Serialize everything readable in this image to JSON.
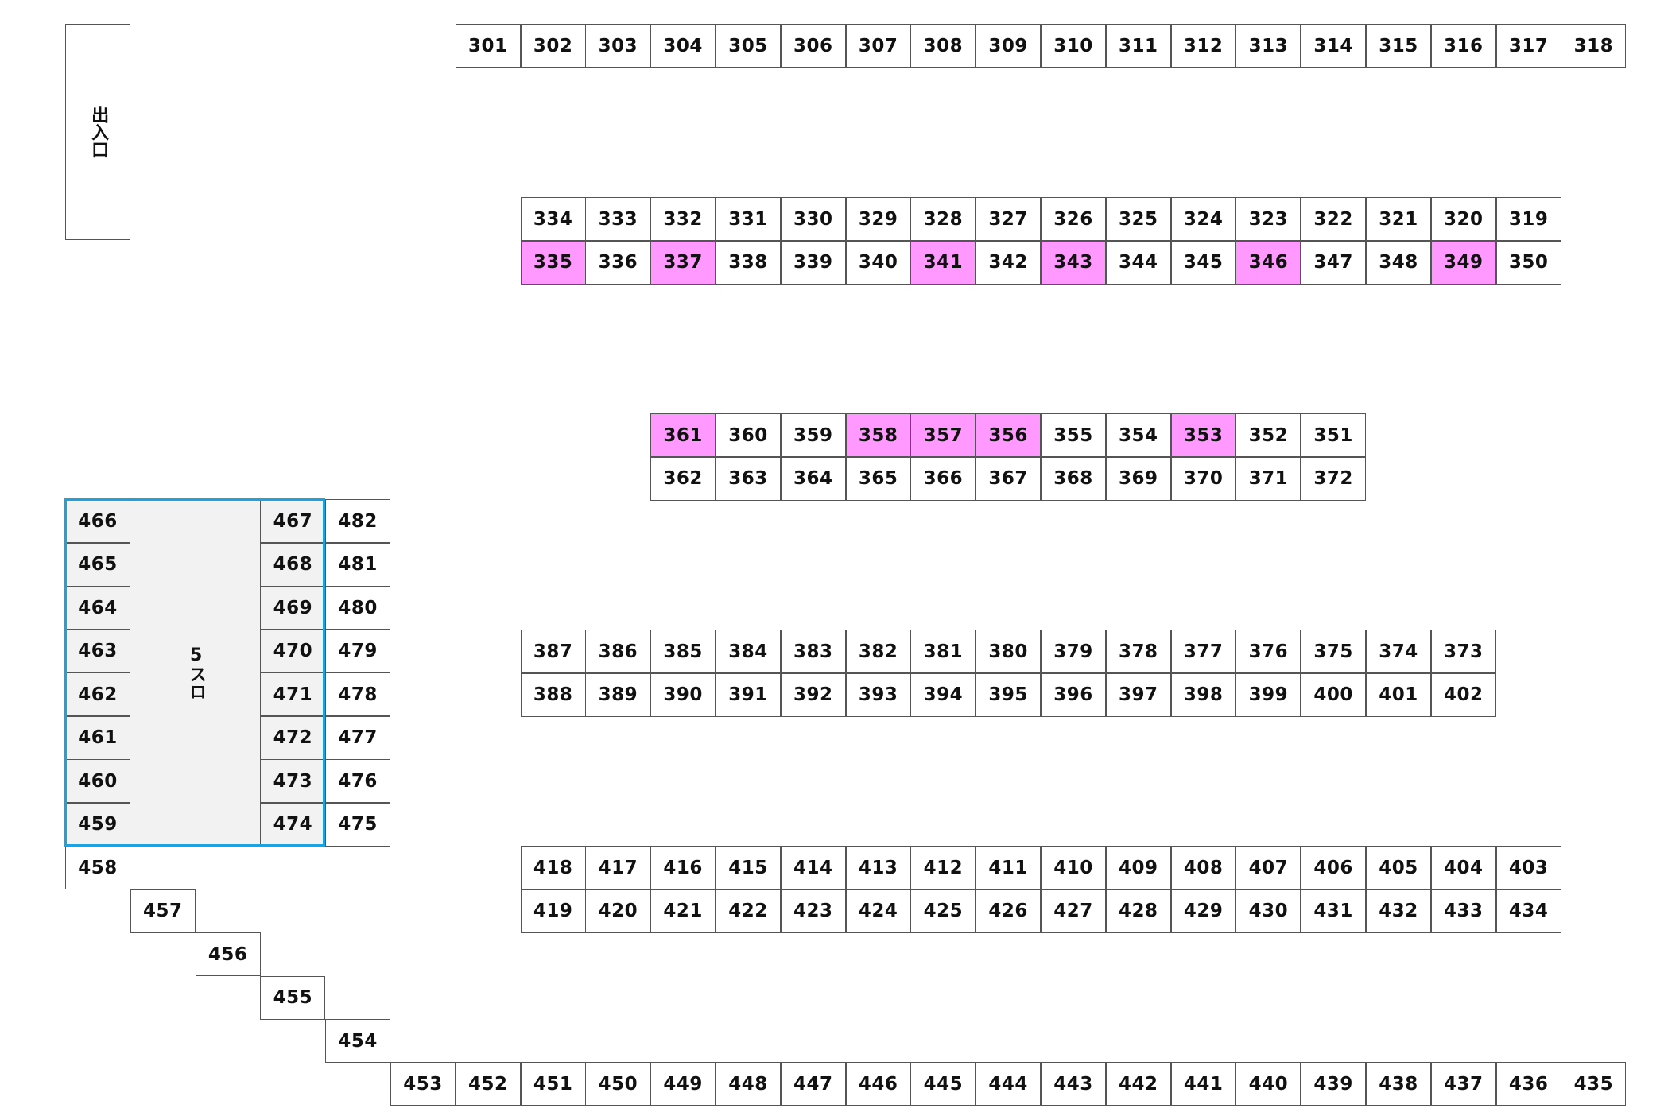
{
  "labels": {
    "entrance": "出入口",
    "slot_island": "5スロ"
  },
  "colors": {
    "highlight": "#ff99ff",
    "slot_zone_fill": "#f2f2f2",
    "slot_zone_border": "#1aa3df"
  },
  "rows": [
    {
      "numbers": [
        "301",
        "302",
        "303",
        "304",
        "305",
        "306",
        "307",
        "308",
        "309",
        "310",
        "311",
        "312",
        "313",
        "314",
        "315",
        "316",
        "317",
        "318"
      ]
    },
    {
      "numbers": [
        "334",
        "333",
        "332",
        "331",
        "330",
        "329",
        "328",
        "327",
        "326",
        "325",
        "324",
        "323",
        "322",
        "321",
        "320",
        "319"
      ]
    },
    {
      "numbers": [
        "335",
        "336",
        "337",
        "338",
        "339",
        "340",
        "341",
        "342",
        "343",
        "344",
        "345",
        "346",
        "347",
        "348",
        "349",
        "350"
      ]
    },
    {
      "numbers": [
        "361",
        "360",
        "359",
        "358",
        "357",
        "356",
        "355",
        "354",
        "353",
        "352",
        "351"
      ]
    },
    {
      "numbers": [
        "362",
        "363",
        "364",
        "365",
        "366",
        "367",
        "368",
        "369",
        "370",
        "371",
        "372"
      ]
    },
    {
      "numbers": [
        "387",
        "386",
        "385",
        "384",
        "383",
        "382",
        "381",
        "380",
        "379",
        "378",
        "377",
        "376",
        "375",
        "374",
        "373"
      ]
    },
    {
      "numbers": [
        "388",
        "389",
        "390",
        "391",
        "392",
        "393",
        "394",
        "395",
        "396",
        "397",
        "398",
        "399",
        "400",
        "401",
        "402"
      ]
    },
    {
      "numbers": [
        "418",
        "417",
        "416",
        "415",
        "414",
        "413",
        "412",
        "411",
        "410",
        "409",
        "408",
        "407",
        "406",
        "405",
        "404",
        "403"
      ]
    },
    {
      "numbers": [
        "419",
        "420",
        "421",
        "422",
        "423",
        "424",
        "425",
        "426",
        "427",
        "428",
        "429",
        "430",
        "431",
        "432",
        "433",
        "434"
      ]
    },
    {
      "numbers": [
        "453",
        "452",
        "451",
        "450",
        "449",
        "448",
        "447",
        "446",
        "445",
        "444",
        "443",
        "442",
        "441",
        "440",
        "439",
        "438",
        "437",
        "436",
        "435"
      ]
    }
  ],
  "columns": [
    {
      "numbers": [
        "466",
        "465",
        "464",
        "463",
        "462",
        "461",
        "460",
        "459",
        "458"
      ]
    },
    {
      "numbers": [
        "467",
        "468",
        "469",
        "470",
        "471",
        "472",
        "473",
        "474"
      ]
    },
    {
      "numbers": [
        "482",
        "481",
        "480",
        "479",
        "478",
        "477",
        "476",
        "475"
      ]
    }
  ],
  "stairs": [
    "457",
    "456",
    "455",
    "454"
  ],
  "highlighted": [
    "335",
    "337",
    "341",
    "343",
    "346",
    "349",
    "361",
    "358",
    "357",
    "356",
    "353"
  ],
  "slot_zone": [
    "466",
    "465",
    "464",
    "463",
    "462",
    "461",
    "460",
    "459",
    "467",
    "468",
    "469",
    "470",
    "471",
    "472",
    "473",
    "474"
  ]
}
